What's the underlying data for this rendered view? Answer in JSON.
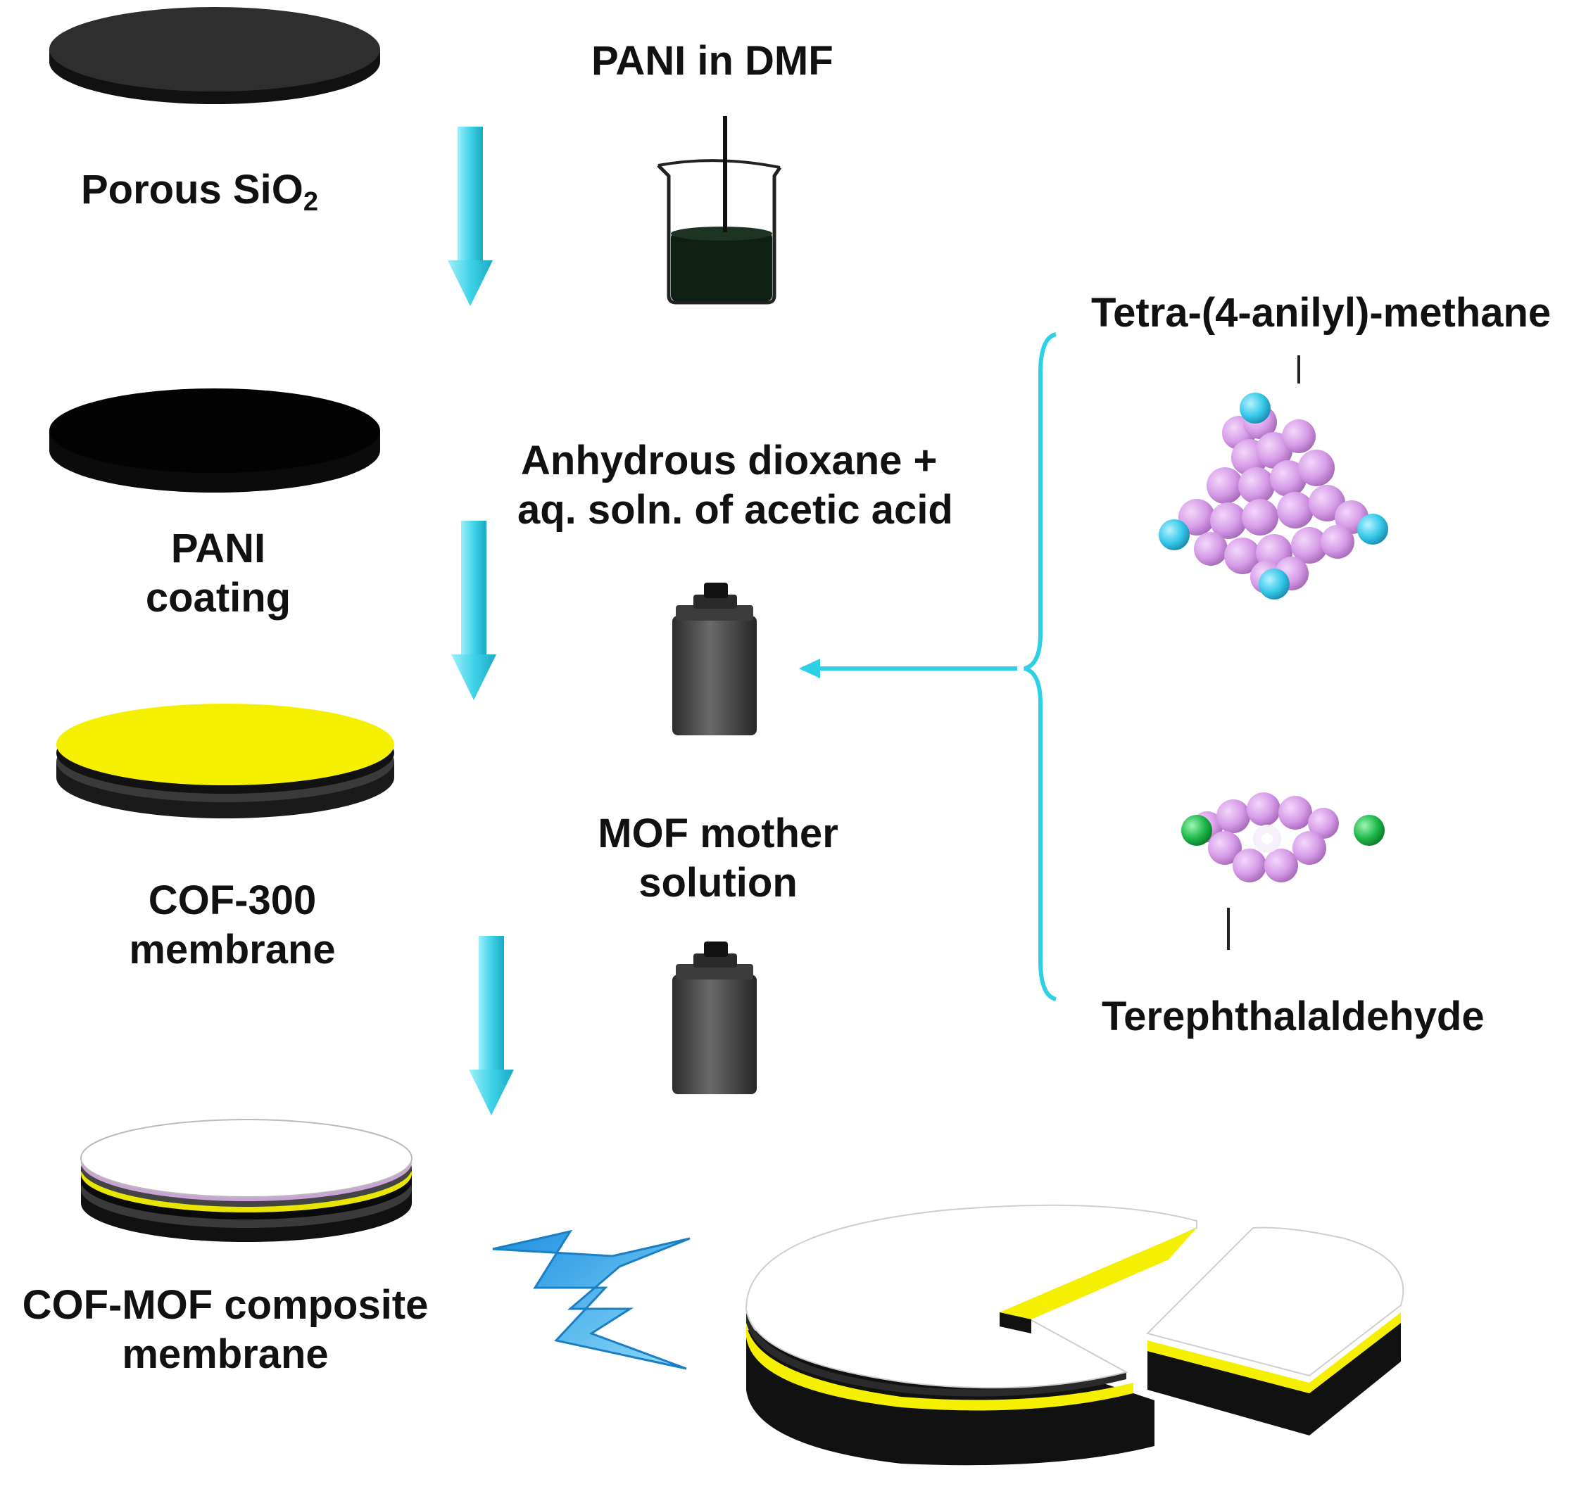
{
  "labels": {
    "porous_sio2": "Porous SiO",
    "porous_sio2_sub": "2",
    "pani_in_dmf": "PANI in DMF",
    "pani_coating_line1": "PANI",
    "pani_coating_line2": "coating",
    "solvent_line1": "Anhydrous dioxane +",
    "solvent_line2": "aq. soln. of acetic acid",
    "cof300_line1": "COF-300",
    "cof300_line2": "membrane",
    "mof_line1": "MOF mother",
    "mof_line2": "solution",
    "composite_line1": "COF-MOF composite",
    "composite_line2": "membrane",
    "tetra": "Tetra-(4-anilyl)-methane",
    "tereph": "Terephthalaldehyde"
  },
  "colors": {
    "arrow": "#3fd3e8",
    "disc_dark": "#1c1c1c",
    "coating_black": "#050505",
    "cof_yellow": "#f4f000",
    "molecule_purple": "#d79be8",
    "nitrogen_cyan": "#36c8ea",
    "oxygen_green": "#1fb84a",
    "lightning": "#3fb6f0",
    "vessel_gray": "#444444"
  }
}
